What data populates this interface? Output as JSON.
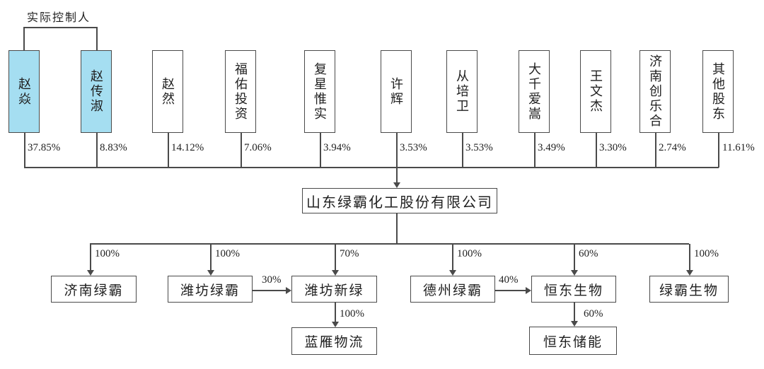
{
  "diagram": {
    "controller_label": "实际控制人",
    "company": {
      "name": "山东绿霸化工股份有限公司"
    }
  },
  "shareholders": [
    {
      "name": "赵焱",
      "pct": "37.85%",
      "highlight": true
    },
    {
      "name": "赵传淑",
      "pct": "8.83%",
      "highlight": true
    },
    {
      "name": "赵然",
      "pct": "14.12%",
      "highlight": false
    },
    {
      "name": "福佑投资",
      "pct": "7.06%",
      "highlight": false
    },
    {
      "name": "复星惟实",
      "pct": "3.94%",
      "highlight": false
    },
    {
      "name": "许辉",
      "pct": "3.53%",
      "highlight": false
    },
    {
      "name": "从培卫",
      "pct": "3.53%",
      "highlight": false
    },
    {
      "name": "大千爱嵩",
      "pct": "3.49%",
      "highlight": false
    },
    {
      "name": "王文杰",
      "pct": "3.30%",
      "highlight": false
    },
    {
      "name": "济南创乐合",
      "pct": "2.74%",
      "highlight": false
    },
    {
      "name": "其他股东",
      "pct": "11.61%",
      "highlight": false
    }
  ],
  "subsidiaries": [
    {
      "name": "济南绿霸",
      "pct": "100%"
    },
    {
      "name": "潍坊绿霸",
      "pct": "100%"
    },
    {
      "name": "潍坊新绿",
      "pct": "70%"
    },
    {
      "name": "德州绿霸",
      "pct": "100%"
    },
    {
      "name": "恒东生物",
      "pct": "60%"
    },
    {
      "name": "绿霸生物",
      "pct": "100%"
    }
  ],
  "cross_holdings": [
    {
      "from": "潍坊绿霸",
      "to": "潍坊新绿",
      "pct": "30%"
    },
    {
      "from": "德州绿霸",
      "to": "恒东生物",
      "pct": "40%"
    }
  ],
  "sub_subsidiaries": [
    {
      "parent": "潍坊新绿",
      "name": "蓝雁物流",
      "pct": "100%"
    },
    {
      "parent": "恒东生物",
      "name": "恒东储能",
      "pct": "60%"
    }
  ],
  "colors": {
    "highlight_fill": "#A5DEF1",
    "line": "#4a4a4a",
    "box_fill": "#ffffff"
  }
}
